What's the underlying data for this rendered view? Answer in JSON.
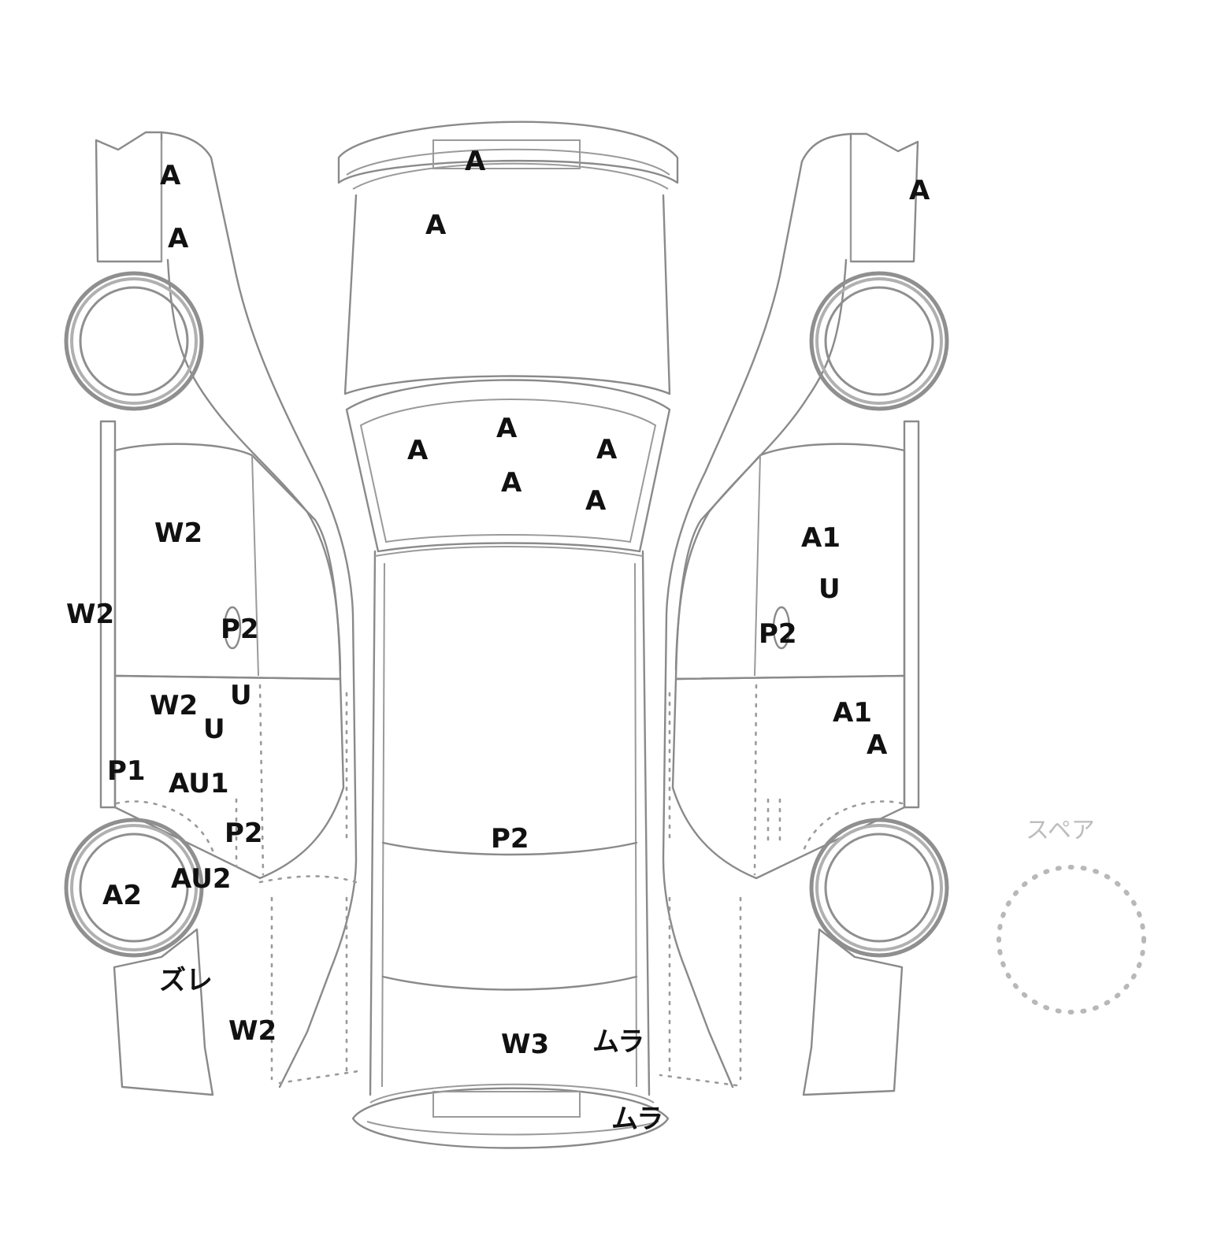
{
  "spare_label": "スペア",
  "marks": {
    "left_side": [
      {
        "id": "l-fender-a1",
        "text": "A"
      },
      {
        "id": "l-fender-a2",
        "text": "A"
      },
      {
        "id": "l-front-door-w2",
        "text": "W2"
      },
      {
        "id": "l-rocker-w2",
        "text": "W2"
      },
      {
        "id": "l-handle-p2",
        "text": "P2"
      },
      {
        "id": "l-rear-door-w2",
        "text": "W2"
      },
      {
        "id": "l-rear-door-u1",
        "text": "U"
      },
      {
        "id": "l-rear-door-u2",
        "text": "U"
      },
      {
        "id": "l-rear-p1",
        "text": "P1"
      },
      {
        "id": "l-rear-au1",
        "text": "AU1"
      },
      {
        "id": "l-quarter-p2",
        "text": "P2"
      },
      {
        "id": "l-wheel-a2",
        "text": "A2"
      },
      {
        "id": "l-quarter-au2",
        "text": "AU2"
      },
      {
        "id": "l-bumper-zure",
        "text": "ズレ"
      },
      {
        "id": "l-bumper-w2",
        "text": "W2"
      }
    ],
    "top": [
      {
        "id": "t-front-bumper-a",
        "text": "A"
      },
      {
        "id": "t-hood-a",
        "text": "A"
      },
      {
        "id": "t-windshield-a1",
        "text": "A"
      },
      {
        "id": "t-windshield-a2",
        "text": "A"
      },
      {
        "id": "t-windshield-a3",
        "text": "A"
      },
      {
        "id": "t-windshield-a4",
        "text": "A"
      },
      {
        "id": "t-windshield-a5",
        "text": "A"
      },
      {
        "id": "t-roof-p2",
        "text": "P2"
      },
      {
        "id": "t-trunk-w3",
        "text": "W3"
      },
      {
        "id": "t-trunk-mura",
        "text": "ムラ"
      },
      {
        "id": "t-rear-bumper-mura",
        "text": "ムラ"
      }
    ],
    "right_side": [
      {
        "id": "r-fender-a",
        "text": "A"
      },
      {
        "id": "r-front-door-a1",
        "text": "A1"
      },
      {
        "id": "r-front-door-u",
        "text": "U"
      },
      {
        "id": "r-handle-p2",
        "text": "P2"
      },
      {
        "id": "r-rear-door-a1",
        "text": "A1"
      },
      {
        "id": "r-rear-door-a",
        "text": "A"
      }
    ]
  }
}
